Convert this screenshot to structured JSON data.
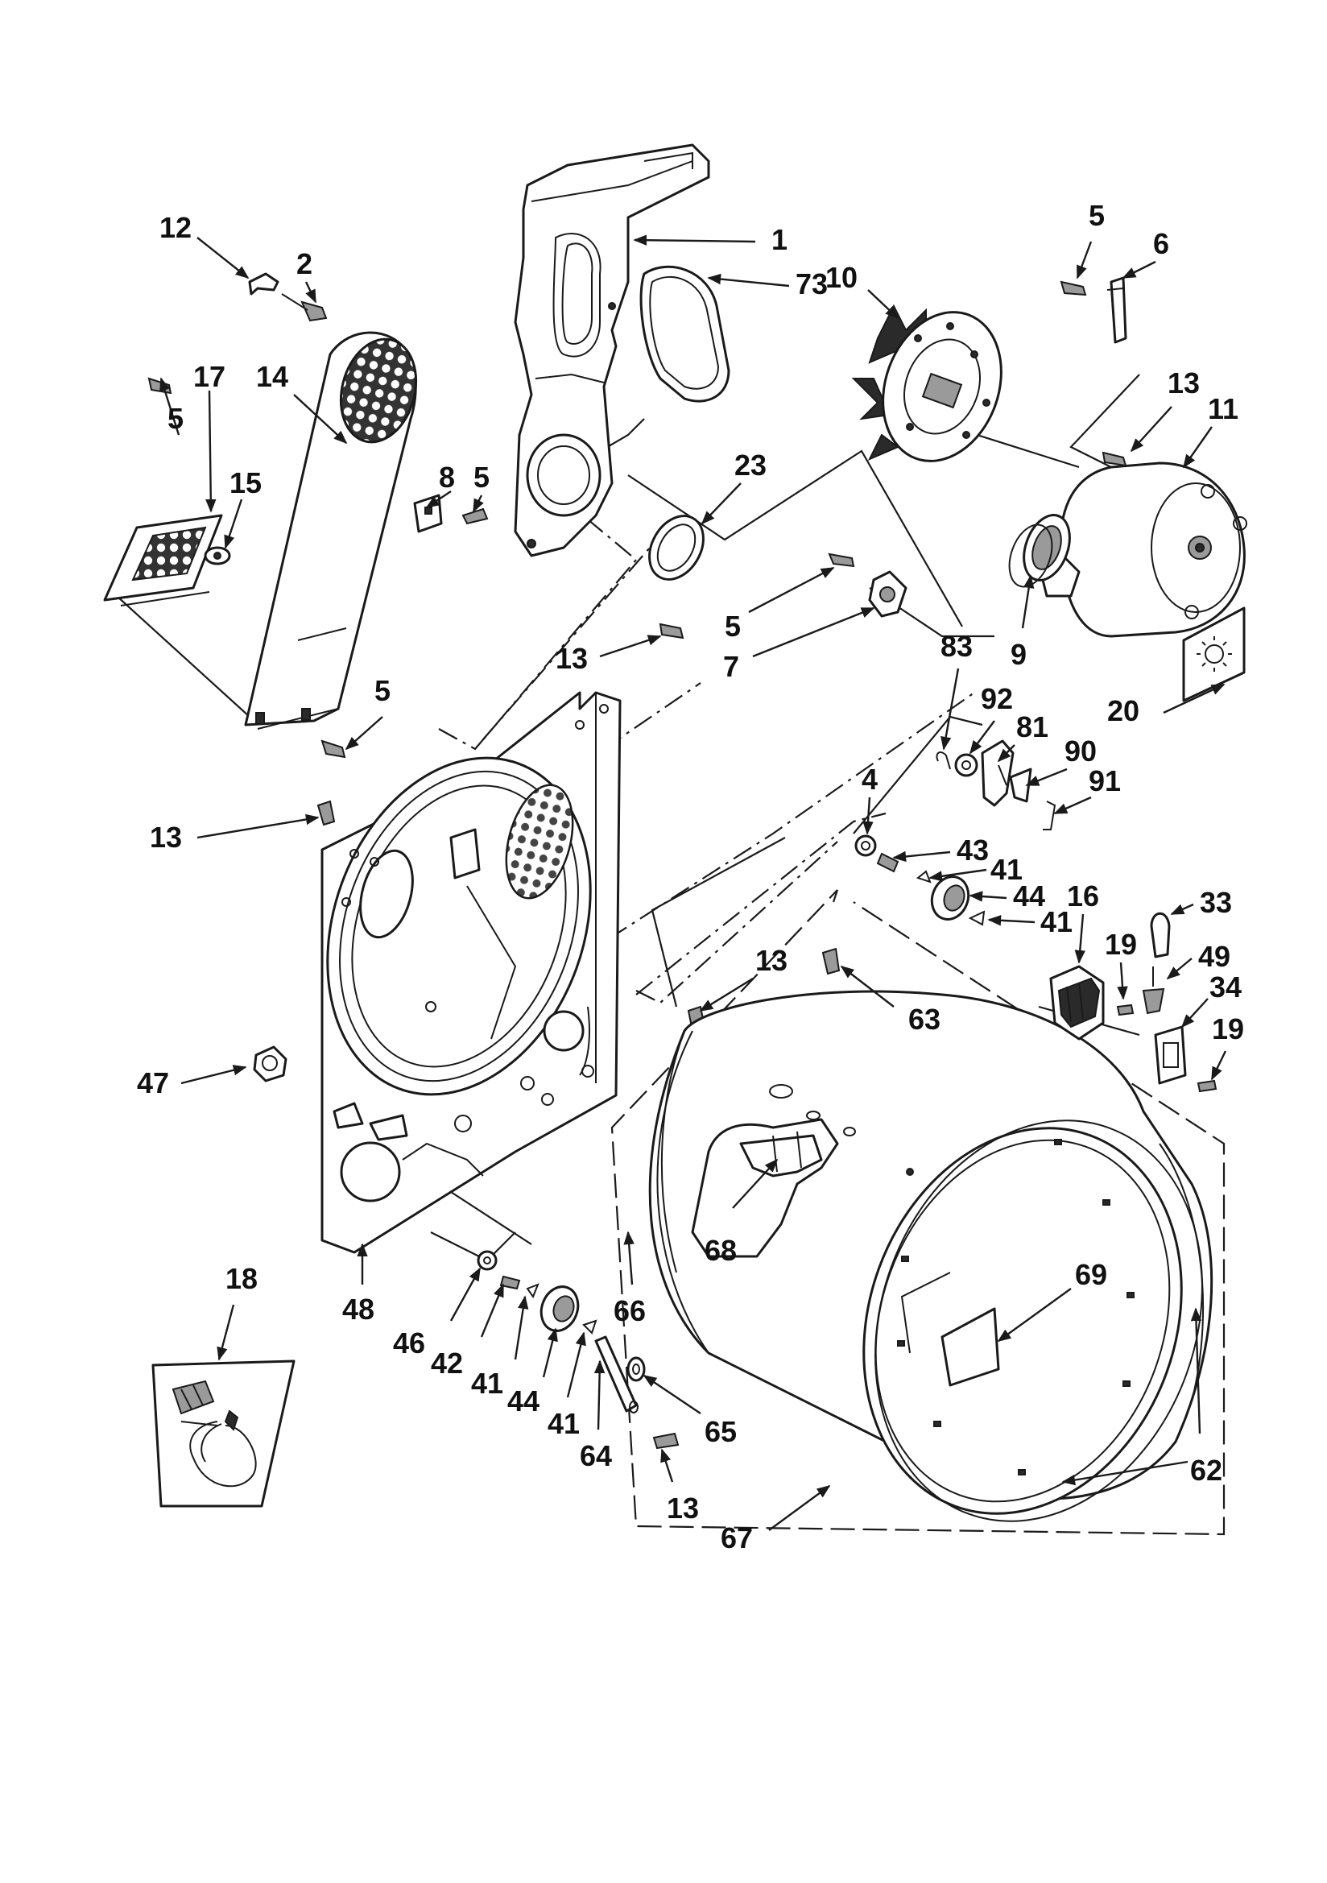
{
  "callouts": [
    {
      "id": "c1",
      "text": "1"
    },
    {
      "id": "c73",
      "text": "73"
    },
    {
      "id": "c12",
      "text": "12"
    },
    {
      "id": "c2",
      "text": "2"
    },
    {
      "id": "c5a",
      "text": "5"
    },
    {
      "id": "c6",
      "text": "6"
    },
    {
      "id": "c10",
      "text": "10"
    },
    {
      "id": "c13a",
      "text": "13"
    },
    {
      "id": "c11",
      "text": "11"
    },
    {
      "id": "c17",
      "text": "17"
    },
    {
      "id": "c14",
      "text": "14"
    },
    {
      "id": "c5b",
      "text": "5"
    },
    {
      "id": "c15",
      "text": "15"
    },
    {
      "id": "c8",
      "text": "8"
    },
    {
      "id": "c5c",
      "text": "5"
    },
    {
      "id": "c23",
      "text": "23"
    },
    {
      "id": "c5d",
      "text": "5"
    },
    {
      "id": "c7",
      "text": "7"
    },
    {
      "id": "c13b",
      "text": "13"
    },
    {
      "id": "c9",
      "text": "9"
    },
    {
      "id": "c83",
      "text": "83"
    },
    {
      "id": "c20",
      "text": "20"
    },
    {
      "id": "c5e",
      "text": "5"
    },
    {
      "id": "c92",
      "text": "92"
    },
    {
      "id": "c81",
      "text": "81"
    },
    {
      "id": "c90",
      "text": "90"
    },
    {
      "id": "c91",
      "text": "91"
    },
    {
      "id": "c13c",
      "text": "13"
    },
    {
      "id": "c4",
      "text": "4"
    },
    {
      "id": "c43",
      "text": "43"
    },
    {
      "id": "c41a",
      "text": "41"
    },
    {
      "id": "c44a",
      "text": "44"
    },
    {
      "id": "c41b",
      "text": "41"
    },
    {
      "id": "c16",
      "text": "16"
    },
    {
      "id": "c33",
      "text": "33"
    },
    {
      "id": "c19a",
      "text": "19"
    },
    {
      "id": "c49",
      "text": "49"
    },
    {
      "id": "c34",
      "text": "34"
    },
    {
      "id": "c19b",
      "text": "19"
    },
    {
      "id": "c13d",
      "text": "13"
    },
    {
      "id": "c63",
      "text": "63"
    },
    {
      "id": "c47",
      "text": "47"
    },
    {
      "id": "c68",
      "text": "68"
    },
    {
      "id": "c69",
      "text": "69"
    },
    {
      "id": "c18",
      "text": "18"
    },
    {
      "id": "c48",
      "text": "48"
    },
    {
      "id": "c46",
      "text": "46"
    },
    {
      "id": "c42",
      "text": "42"
    },
    {
      "id": "c41c",
      "text": "41"
    },
    {
      "id": "c44b",
      "text": "44"
    },
    {
      "id": "c41d",
      "text": "41"
    },
    {
      "id": "c66",
      "text": "66"
    },
    {
      "id": "c64",
      "text": "64"
    },
    {
      "id": "c65",
      "text": "65"
    },
    {
      "id": "c13e",
      "text": "13"
    },
    {
      "id": "c62",
      "text": "62"
    },
    {
      "id": "c67",
      "text": "67"
    }
  ]
}
